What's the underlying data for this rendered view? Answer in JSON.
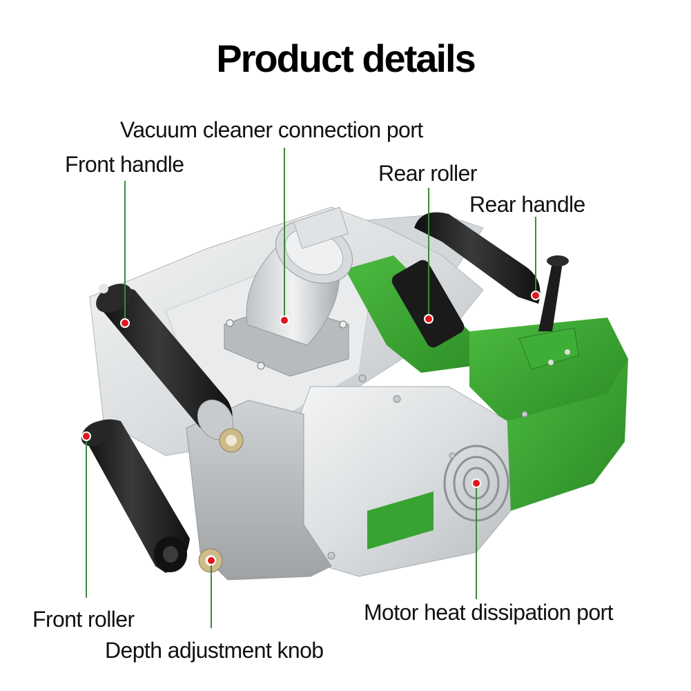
{
  "title": "Product details",
  "callouts": {
    "vacuum_port": "Vacuum cleaner connection port",
    "front_handle": "Front handle",
    "rear_roller": "Rear roller",
    "rear_handle": "Rear handle",
    "front_roller": "Front roller",
    "depth_knob": "Depth adjustment knob",
    "motor_port": "Motor heat dissipation port"
  },
  "colors": {
    "accent_green": "#2e9a2a",
    "leader_line": "#3a8a3a",
    "marker_dot": "#e0161c",
    "body_silver": "#e4e6e8",
    "handle_black": "#1c1c1c"
  }
}
